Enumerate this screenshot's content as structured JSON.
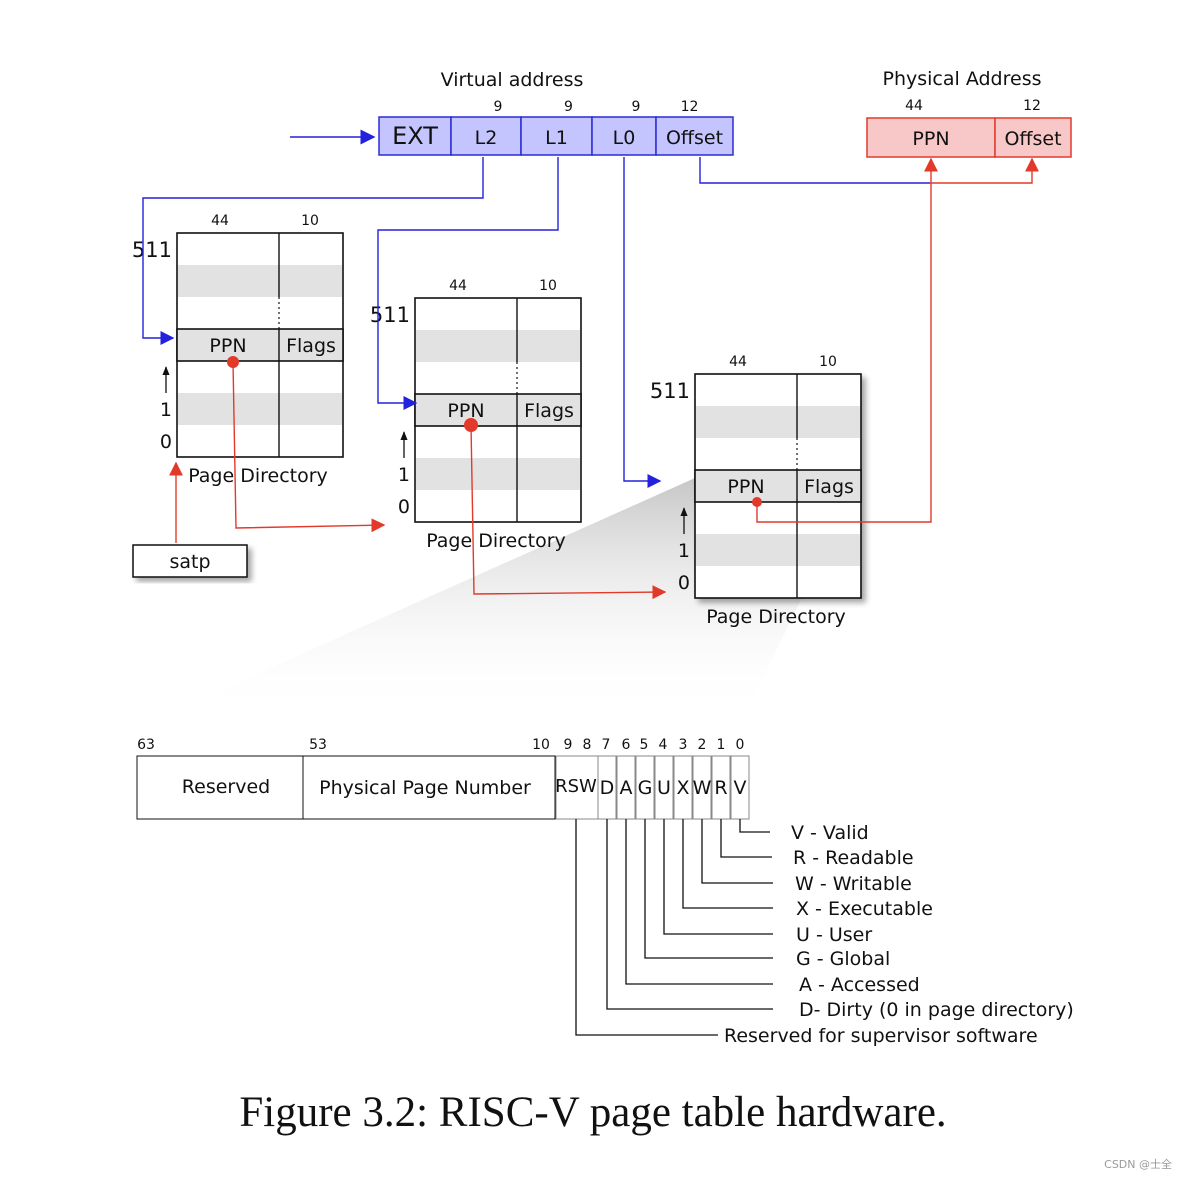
{
  "virtual_address": {
    "title": "Virtual address",
    "fields": [
      {
        "label": "EXT",
        "bits": ""
      },
      {
        "label": "L2",
        "bits": "9"
      },
      {
        "label": "L1",
        "bits": "9"
      },
      {
        "label": "L0",
        "bits": "9"
      },
      {
        "label": "Offset",
        "bits": "12"
      }
    ]
  },
  "physical_address": {
    "title": "Physical Address",
    "fields": [
      {
        "label": "PPN",
        "bits": "44"
      },
      {
        "label": "Offset",
        "bits": "12"
      }
    ]
  },
  "page_directory": {
    "label": "Page Directory",
    "ppn_bits": "44",
    "flags_bits": "10",
    "ppn_label": "PPN",
    "flags_label": "Flags",
    "row_top": "511",
    "row_one": "1",
    "row_zero": "0"
  },
  "satp_label": "satp",
  "pte": {
    "bit_markers": [
      "63",
      "53",
      "10",
      "9",
      "8",
      "7",
      "6",
      "5",
      "4",
      "3",
      "2",
      "1",
      "0"
    ],
    "reserved_label": "Reserved",
    "ppn_label": "Physical Page Number",
    "rsw_label": "RSW",
    "flag_letters": [
      "D",
      "A",
      "G",
      "U",
      "X",
      "W",
      "R",
      "V"
    ],
    "legend": [
      "V - Valid",
      "R  - Readable",
      "W - Writable",
      "X - Executable",
      "U - User",
      "G - Global",
      "A - Accessed",
      "D- Dirty (0 in page directory)",
      "Reserved for supervisor software"
    ]
  },
  "colors": {
    "virtual_fill": "#c4c4ff",
    "virtual_stroke": "#2b2bd6",
    "physical_fill": "#f8c8c8",
    "physical_stroke": "#e03a2e",
    "row_shade": "#e2e2e2"
  },
  "caption": "Figure 3.2: RISC-V page table hardware.",
  "watermark": "CSDN @士全"
}
